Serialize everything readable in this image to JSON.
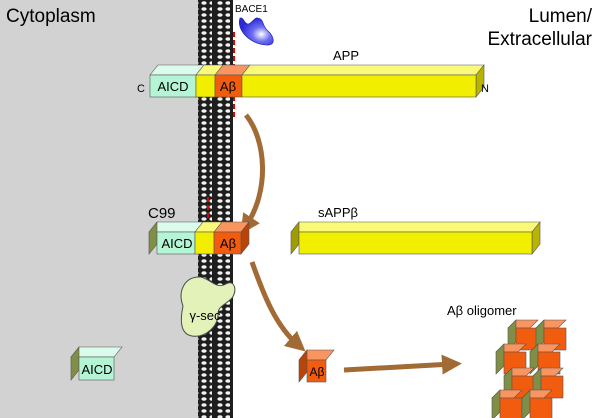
{
  "regions": {
    "cytoplasm": "Cytoplasm",
    "lumen_line1": "Lumen/",
    "lumen_line2": "Extracellular"
  },
  "labels": {
    "bace1": "BACE1",
    "app": "APP",
    "app_c_terminus": "C",
    "app_n_terminus": "N",
    "c99": "C99",
    "sappb": "sAPPβ",
    "gamma_sec": "γ-sec",
    "ab_oligomer": "Aβ oligomer"
  },
  "blocks": {
    "aicd": "AICD",
    "abeta": "Aβ"
  },
  "colors": {
    "cytoplasm_bg": "#d2d2d2",
    "lumen_bg": "#ffffff",
    "membrane": "#2a2a2a",
    "aicd_face": "#b3f5d4",
    "abeta_face": "#f25c0f",
    "app_face": "#f2ee00",
    "bace1": "#2b2bd6",
    "gamma_sec": "#e2f2b8",
    "arrow": "#a26a34",
    "cleavage_line": "#e00000"
  }
}
